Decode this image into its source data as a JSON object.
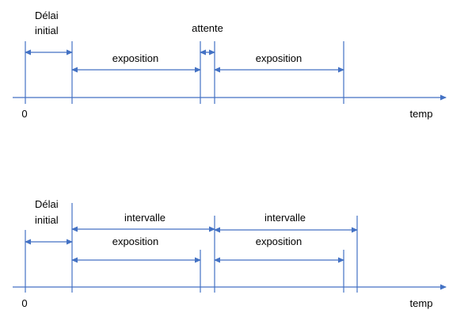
{
  "colors": {
    "line": "#4472C4",
    "text": "#000000",
    "background": "#ffffff"
  },
  "top": {
    "delay_label_line1": "Délai",
    "delay_label_line2": "initial",
    "exposition1_label": "exposition",
    "wait_label": "attente",
    "exposition2_label": "exposition",
    "axis_origin_label": "0",
    "axis_end_label": "temp"
  },
  "bottom": {
    "delay_label_line1": "Délai",
    "delay_label_line2": "initial",
    "interval1_label": "intervalle",
    "interval2_label": "intervalle",
    "exposition1_label": "exposition",
    "exposition2_label": "exposition",
    "axis_origin_label": "0",
    "axis_end_label": "temp"
  }
}
